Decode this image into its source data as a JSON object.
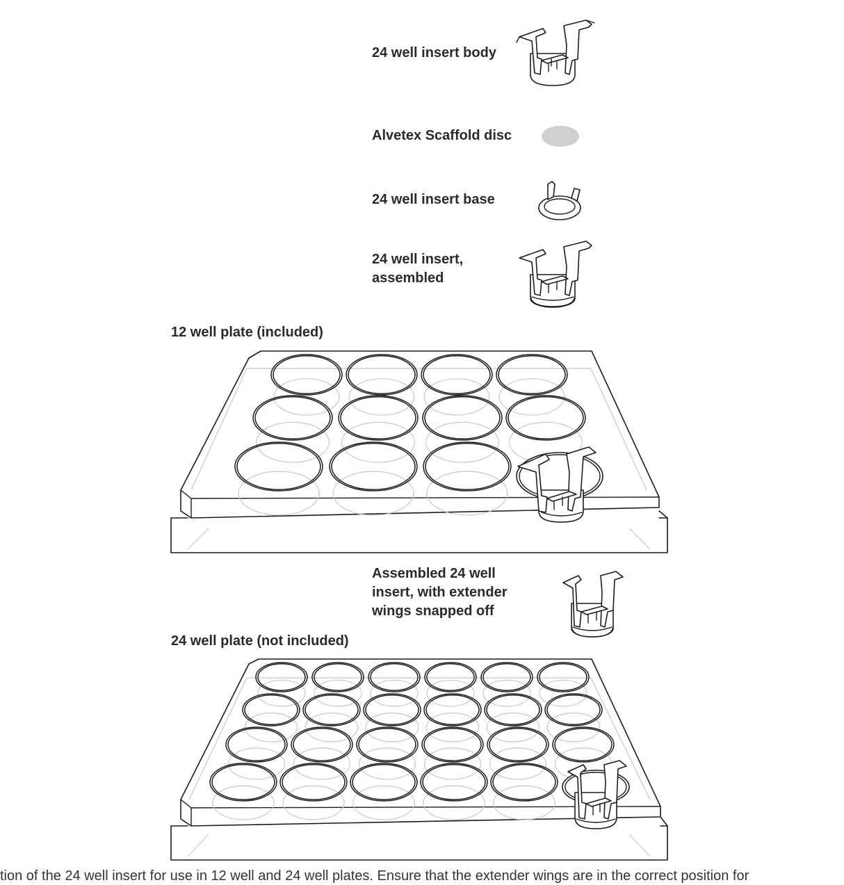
{
  "labels": {
    "insert_body": "24 well insert body",
    "scaffold_disc": "Alvetex Scaffold disc",
    "insert_base": "24 well insert base",
    "insert_assembled_line1": "24 well insert,",
    "insert_assembled_line2": "assembled",
    "plate12": "12 well plate (included)",
    "assembled_wings_line1": "Assembled 24 well",
    "assembled_wings_line2": "insert, with extender",
    "assembled_wings_line3": "wings snapped off",
    "plate24": "24 well plate (not included)"
  },
  "caption": "tion of the 24 well insert for use in 12 well and 24 well plates. Ensure that the extender wings are in the correct position for",
  "colors": {
    "line": "#1c1c1c",
    "faint": "#c8c8c8",
    "disc": "#cfcfcf"
  }
}
